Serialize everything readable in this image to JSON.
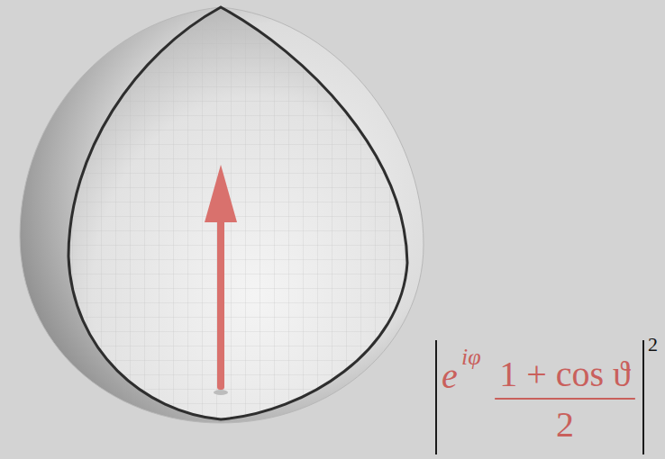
{
  "diagram": {
    "labels": [
      "e",
      "iφ",
      "1 + cos ϑ",
      "2",
      "2"
    ]
  }
}
